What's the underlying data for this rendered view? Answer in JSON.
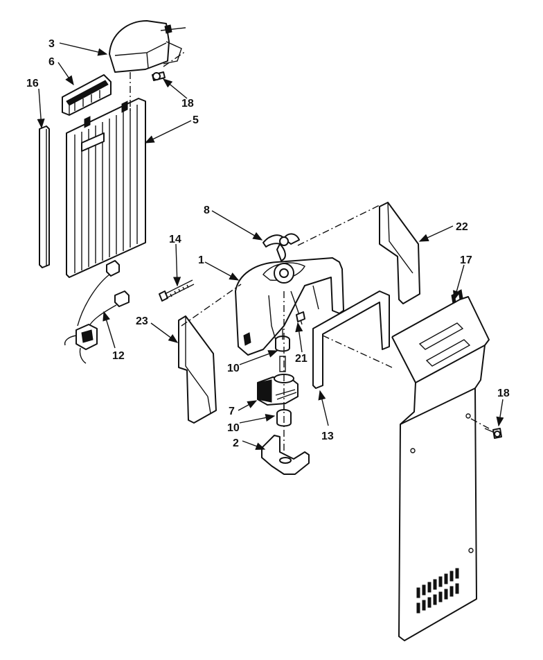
{
  "diagram": {
    "callouts": {
      "c1": "1",
      "c2": "2",
      "c3": "3",
      "c5": "5",
      "c6": "6",
      "c7": "7",
      "c8": "8",
      "c10a": "10",
      "c10b": "10",
      "c12": "12",
      "c13": "13",
      "c14": "14",
      "c16": "16",
      "c17": "17",
      "c18a": "18",
      "c18b": "18",
      "c21": "21",
      "c22": "22",
      "c23": "23"
    }
  }
}
